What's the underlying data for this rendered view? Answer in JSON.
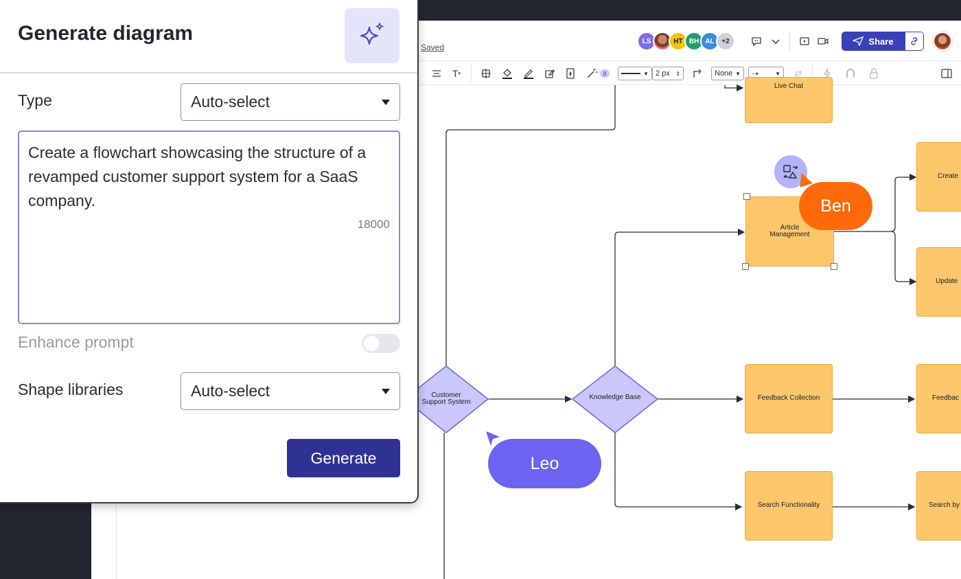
{
  "panel": {
    "title": "Generate diagram",
    "type_label": "Type",
    "type_value": "Auto-select",
    "prompt_text": "Create a flowchart showcasing the structure of a revamped customer support system for a SaaS company.",
    "char_count": "18000",
    "enhance_label": "Enhance prompt",
    "enhance_on": false,
    "shape_libraries_label": "Shape libraries",
    "shape_libraries_value": "Auto-select",
    "generate_label": "Generate"
  },
  "topbar": {
    "saved_label": "Saved",
    "avatars": [
      {
        "initials": "LS",
        "color": "#7b6ee8"
      },
      {
        "initials": "",
        "color": "#e86a8a"
      },
      {
        "initials": "HT",
        "color": "#f5c211"
      },
      {
        "initials": "BH",
        "color": "#1e9e6a"
      },
      {
        "initials": "AL",
        "color": "#3d8be0"
      },
      {
        "initials": "+2",
        "color": "#cfd2dc"
      }
    ],
    "share_label": "Share"
  },
  "toolbar": {
    "line_width": "2 px",
    "endpoint_start": "None",
    "badge_count": "8"
  },
  "diagram": {
    "nodes": {
      "live_chat": "Live Chat",
      "article_management": "Article\nManagement",
      "create": "Create",
      "update": "Update",
      "customer_support": "Customer\nSupport System",
      "knowledge_base": "Knowledge Base",
      "feedback_collection": "Feedback Collection",
      "feedback": "Feedbac",
      "search_functionality": "Search Functionality",
      "search_by": "Search by"
    },
    "colors": {
      "process_fill": "#fcc76b",
      "decision_fill": "#c9c7fb",
      "connector": "#2b2d35"
    }
  },
  "cursors": {
    "ben": "Ben",
    "leo": "Leo",
    "ben_color": "#fe6a0a",
    "leo_color": "#6a64f1"
  }
}
